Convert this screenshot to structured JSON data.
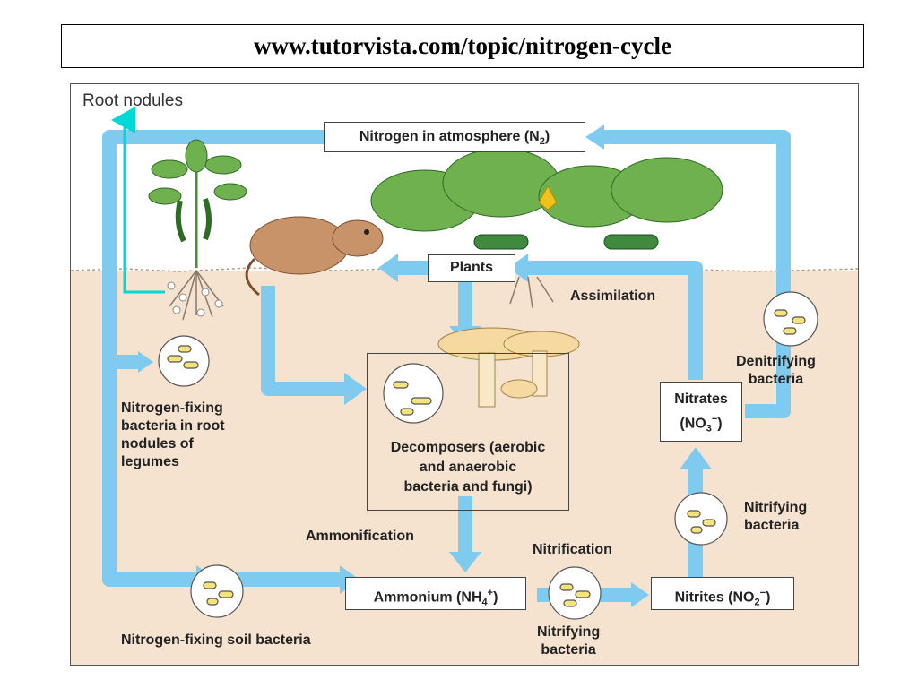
{
  "header": {
    "url": "www.tutorvista.com/topic/nitrogen-cycle"
  },
  "diagram": {
    "root_nodules": "Root nodules",
    "atmosphere": {
      "text": "Nitrogen in atmosphere (N",
      "sub": "2",
      "tail": ")"
    },
    "plants": "Plants",
    "assimilation": "Assimilation",
    "denitrifying": [
      "Denitrifying",
      "bacteria"
    ],
    "nitrates": {
      "line1": "Nitrates",
      "text": "(NO",
      "sub": "3",
      "sup": "−",
      "tail": ")"
    },
    "nitrogen_fixing_root": [
      "Nitrogen-fixing",
      "bacteria in root",
      "nodules of",
      "legumes"
    ],
    "decomposers": [
      "Decomposers (aerobic",
      "and anaerobic",
      "bacteria and fungi)"
    ],
    "nitrifying_upper": [
      "Nitrifying",
      "bacteria"
    ],
    "ammonification": "Ammonification",
    "nitrification": "Nitrification",
    "ammonium": {
      "text": "Ammonium (NH",
      "sub": "4",
      "sup": "+",
      "tail": ")"
    },
    "nitrites": {
      "text": "Nitrites (NO",
      "sub": "2",
      "sup": "−",
      "tail": ")"
    },
    "nitrogen_fixing_soil": "Nitrogen-fixing soil bacteria",
    "nitrifying_lower": [
      "Nitrifying",
      "bacteria"
    ]
  },
  "colors": {
    "arrow": "#7fcaef",
    "soil": "#f5e3cf",
    "root_marker": "#00d8d8",
    "leaf": "#6fb04f",
    "bacteria": "#f4e27a"
  }
}
